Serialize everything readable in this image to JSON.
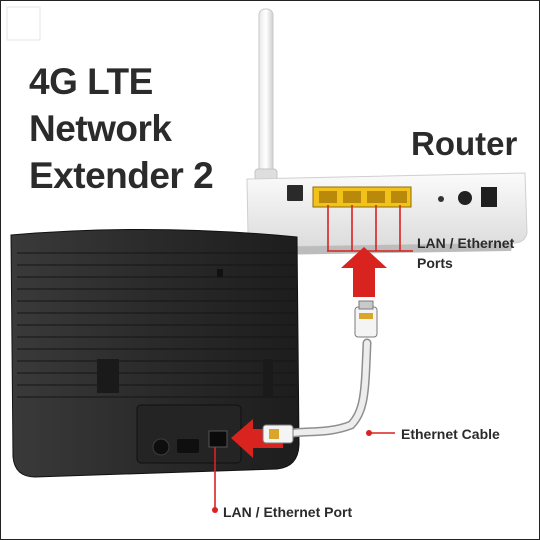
{
  "title_lines": [
    "4G LTE",
    "Network",
    "Extender 2"
  ],
  "router_title": "Router",
  "callouts": {
    "lan_ethernet_ports_line1": "LAN / Ethernet",
    "lan_ethernet_ports_line2": "Ports",
    "ethernet_cable": "Ethernet Cable",
    "lan_ethernet_port": "LAN / Ethernet Port"
  },
  "colors": {
    "callout_red": "#d8231f",
    "port_yellow": "#f2c21b",
    "extender_body": "#2d2d2d",
    "router_body": "#f1f1f1",
    "title_text": "#2b2b2b"
  },
  "icons": [
    "router-antenna-icon",
    "ethernet-plug-icon",
    "red-arrow-up-icon",
    "red-arrow-left-icon"
  ]
}
